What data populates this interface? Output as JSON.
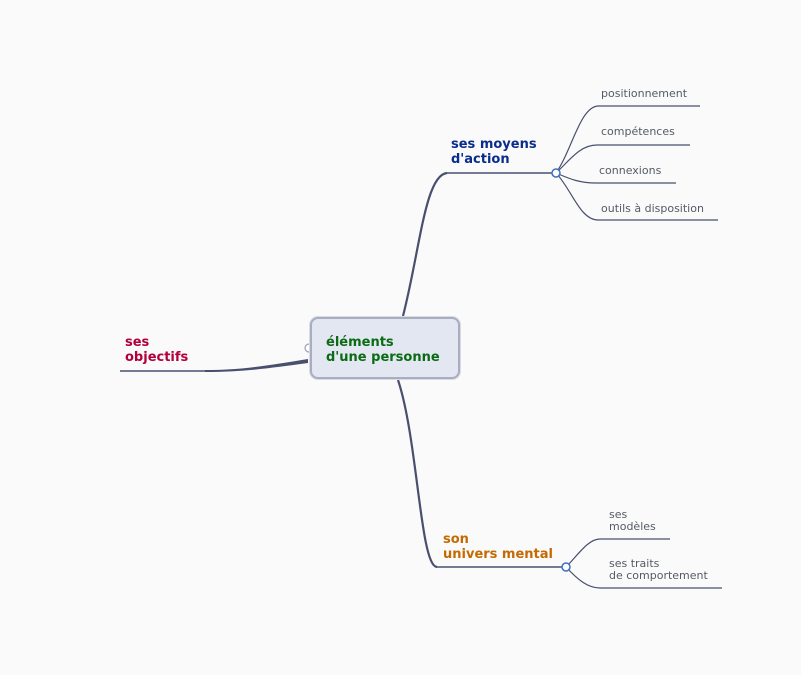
{
  "map": {
    "root": {
      "label": "éléments\nd'une personne",
      "color": "#0a6b14"
    },
    "objectifs": {
      "label": "ses\nobjectifs",
      "color": "#b3003b"
    },
    "moyens": {
      "label": "ses moyens\nd'action",
      "color": "#0a2c8c",
      "children": [
        {
          "label": "positionnement"
        },
        {
          "label": "compétences"
        },
        {
          "label": "connexions"
        },
        {
          "label": "outils à disposition"
        }
      ]
    },
    "univers": {
      "label": "son\nunivers mental",
      "color": "#c46a00",
      "children": [
        {
          "label": "ses\nmodèles"
        },
        {
          "label": "ses traits\nde comportement"
        }
      ]
    },
    "line_color": "#48506e",
    "node_color": "#3d6fc4"
  }
}
